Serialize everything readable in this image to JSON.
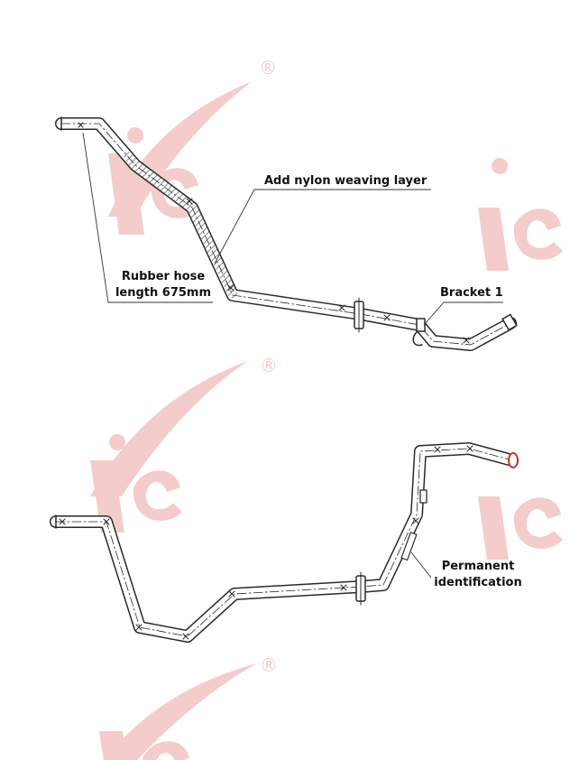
{
  "colors": {
    "watermark": "#f3c3c3",
    "line": "#2a2a2a",
    "hatch": "#555555",
    "accent_tip": "#c0392b"
  },
  "watermark": {
    "mark_text": "®"
  },
  "labels": {
    "nylon_layer": "Add nylon weaving layer",
    "rubber_hose_line1": "Rubber hose",
    "rubber_hose_line2": "length 675mm",
    "bracket": "Bracket 1",
    "permanent_line1": "Permanent",
    "permanent_line2": "identification"
  }
}
